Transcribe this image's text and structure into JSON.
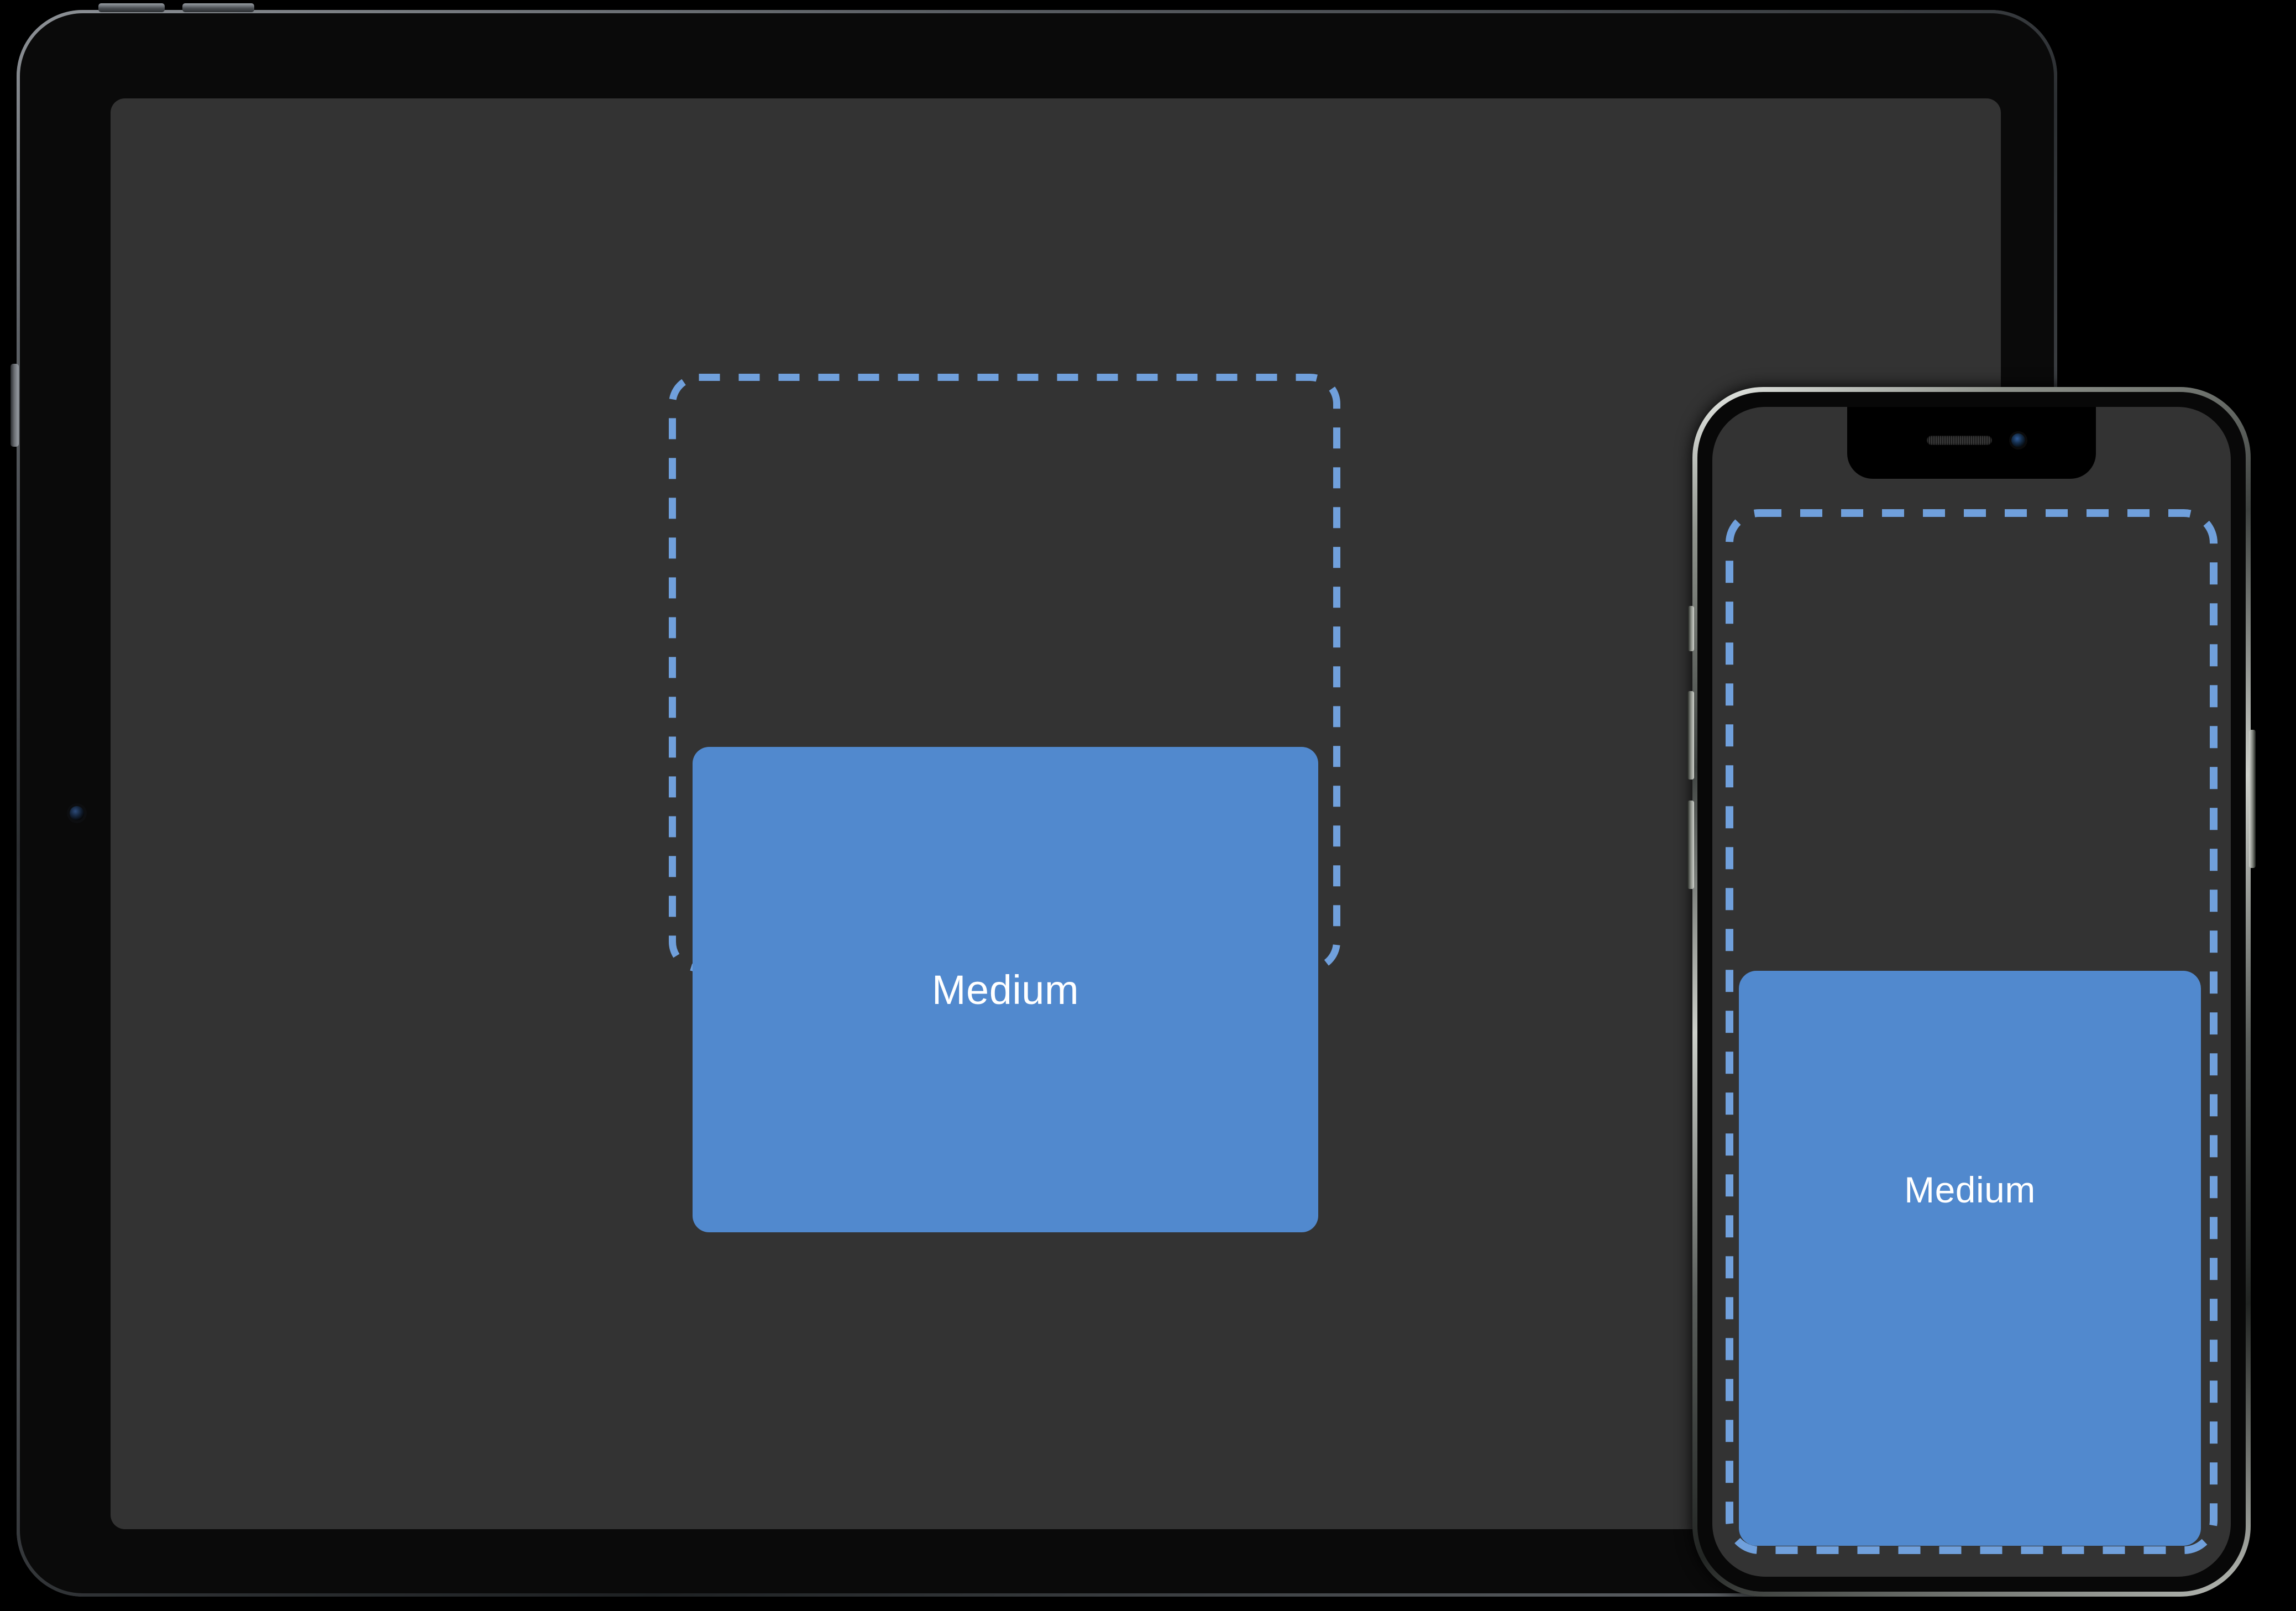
{
  "scene": {
    "background_color": "#000000",
    "description": "Two Apple device mockups side by side showing a widget size preview"
  },
  "devices": [
    {
      "id": "ipad",
      "name": "iPad Pro",
      "orientation": "landscape",
      "screen_background": "#333333",
      "hardware": {
        "frame_color": "#45484c",
        "top_buttons": 2,
        "side_button_label": "volume-button",
        "front_camera": "front-camera"
      },
      "widget_preview": {
        "placeholder_border_color": "#70A0DC",
        "placeholder_style": "dashed",
        "widget_color": "#5189CE",
        "widget_label": "Medium",
        "widget_label_color": "#FFFFFF"
      }
    },
    {
      "id": "iphone",
      "name": "iPhone 12 Pro",
      "orientation": "portrait",
      "screen_background": "#333333",
      "hardware": {
        "frame_color": "#c9ccc6",
        "notch": true,
        "notch_elements": [
          "earpiece-speaker",
          "front-camera"
        ],
        "left_buttons": [
          "mute-switch",
          "volume-up-button",
          "volume-down-button"
        ],
        "right_buttons": [
          "power-button"
        ]
      },
      "widget_preview": {
        "placeholder_border_color": "#70A0DC",
        "placeholder_style": "dashed",
        "widget_color": "#5189CE",
        "widget_label": "Medium",
        "widget_label_color": "#FFFFFF"
      }
    }
  ]
}
